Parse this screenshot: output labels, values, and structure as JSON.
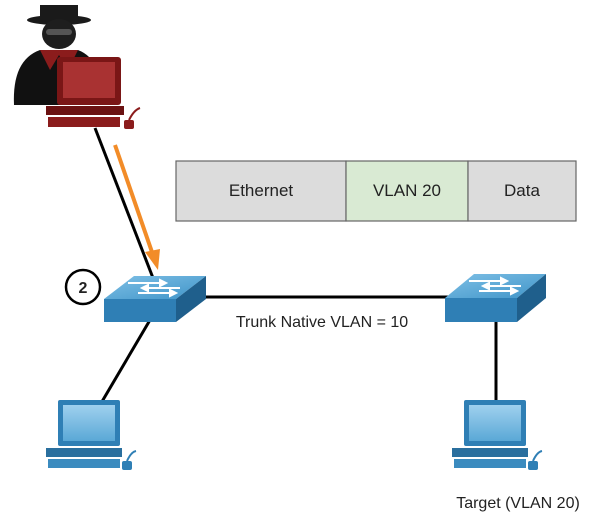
{
  "frame": {
    "segments": [
      {
        "label": "Ethernet",
        "color": "#dcdcdc"
      },
      {
        "label": "VLAN 20",
        "color": "#d9ead3"
      },
      {
        "label": "Data",
        "color": "#dcdcdc"
      }
    ]
  },
  "step_badge": {
    "number": "2"
  },
  "trunk_label": "Trunk Native VLAN = 10",
  "target_label": "Target (VLAN 20)",
  "colors": {
    "attack_arrow": "#f28c28",
    "switch_blue": "#2f7fb5",
    "pc_blue": "#4a9cc7",
    "attacker_pc": "#8b1c1c",
    "link": "#000000"
  }
}
